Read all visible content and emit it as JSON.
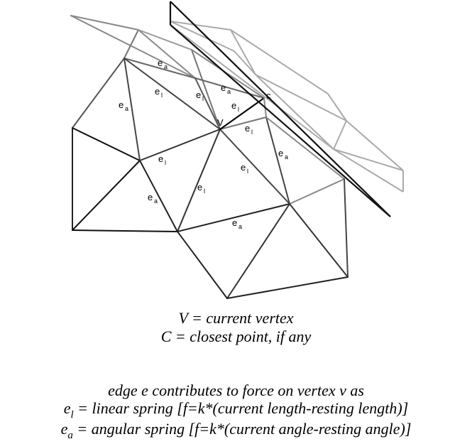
{
  "labels": {
    "vertex": "V",
    "closest": "c",
    "linear": "l",
    "angular": "a",
    "edge_prefix": "e"
  },
  "legend": {
    "v_line": "V = current vertex",
    "c_line": "C = closest point, if any"
  },
  "explanation": {
    "intro": "edge e contributes to force on vertex v as",
    "el_symbol": "e",
    "el_sub": "l",
    "el_text": " = linear spring [f=k*(current length-resting length)]",
    "ea_symbol": "e",
    "ea_sub": "a",
    "ea_text": " = angular spring [f=k*(current angle-resting angle)]"
  }
}
